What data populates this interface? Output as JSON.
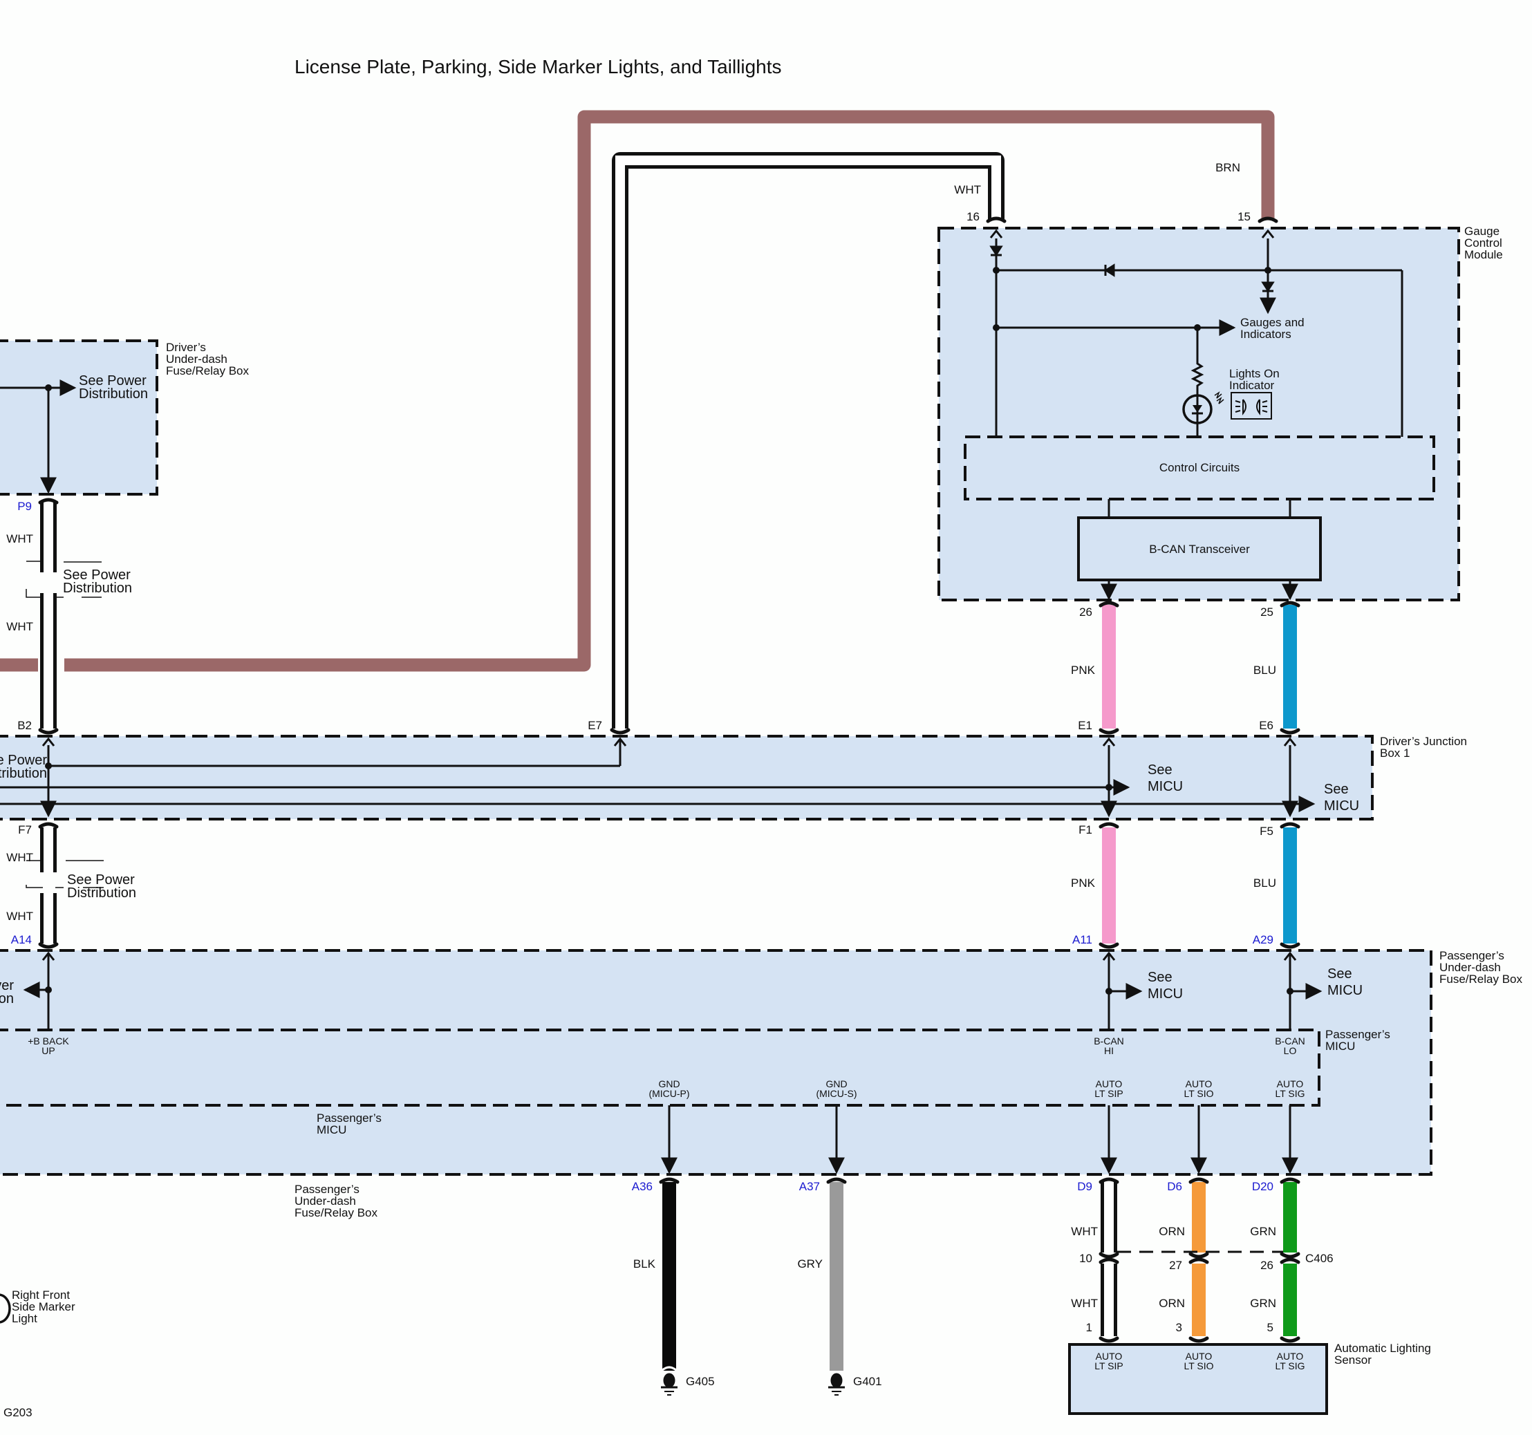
{
  "title": "License Plate, Parking, Side Marker Lights, and Taillights",
  "colors": {
    "BRN": "#9b6868",
    "WHT": "#ffffff",
    "PNK": "#f59acb",
    "BLU": "#0e98cc",
    "BLK": "#0a0a0a",
    "GRY": "#9a9a9a",
    "ORN": "#f59a3a",
    "GRN": "#0f9a1a",
    "box_fill": "#d5e3f3"
  },
  "components": {
    "gauge_control_module": "Gauge Control Module",
    "gauges_and_indicators": "Gauges and Indicators",
    "lights_on_indicator": "Lights On Indicator",
    "control_circuits": "Control Circuits",
    "bcan_transceiver": "B-CAN Transceiver",
    "drivers_underdash": "Driver's Under-dash Fuse/Relay Box",
    "drivers_junction_box": "Driver's Junction Box 1",
    "passengers_underdash": "Passenger's Under-dash Fuse/Relay Box",
    "passengers_micu": "Passenger's MICU",
    "auto_lighting_sensor": "Automatic Lighting Sensor",
    "right_front_side_marker": "Right Front Side Marker Light"
  },
  "notes": {
    "see_power_distribution": "See Power Distribution",
    "see_micu": "See MICU"
  },
  "wires": {
    "brn": "BRN",
    "wht": "WHT",
    "pnk": "PNK",
    "blu": "BLU",
    "blk": "BLK",
    "gry": "GRY",
    "orn": "ORN",
    "grn": "GRN"
  },
  "pins": {
    "gcm_16": "16",
    "gcm_15": "15",
    "gcm_26": "26",
    "gcm_25": "25",
    "p9": "P9",
    "b2": "B2",
    "e7": "E7",
    "e1": "E1",
    "e6": "E6",
    "f7": "F7",
    "f1": "F1",
    "f5": "F5",
    "a14": "A14",
    "a11": "A11",
    "a29": "A29",
    "a36": "A36",
    "a37": "A37",
    "d9": "D9",
    "d6": "D6",
    "d20": "D20",
    "c406_10": "10",
    "c406_27": "27",
    "c406_26": "26",
    "sensor_1": "1",
    "sensor_3": "3",
    "sensor_5": "5"
  },
  "connector": "C406",
  "terminals": {
    "b_backup": [
      "+B BACK",
      "UP"
    ],
    "bcan_hi": [
      "B-CAN",
      "HI"
    ],
    "bcan_lo": [
      "B-CAN",
      "LO"
    ],
    "gnd_micu_p": [
      "GND",
      "(MICU-P)"
    ],
    "gnd_micu_s": [
      "GND",
      "(MICU-S)"
    ],
    "auto_lt_sip": [
      "AUTO",
      "LT SIP"
    ],
    "auto_lt_sio": [
      "AUTO",
      "LT SIO"
    ],
    "auto_lt_sig": [
      "AUTO",
      "LT SIG"
    ]
  },
  "grounds": {
    "g405": "G405",
    "g401": "G401",
    "g203": "G203"
  }
}
